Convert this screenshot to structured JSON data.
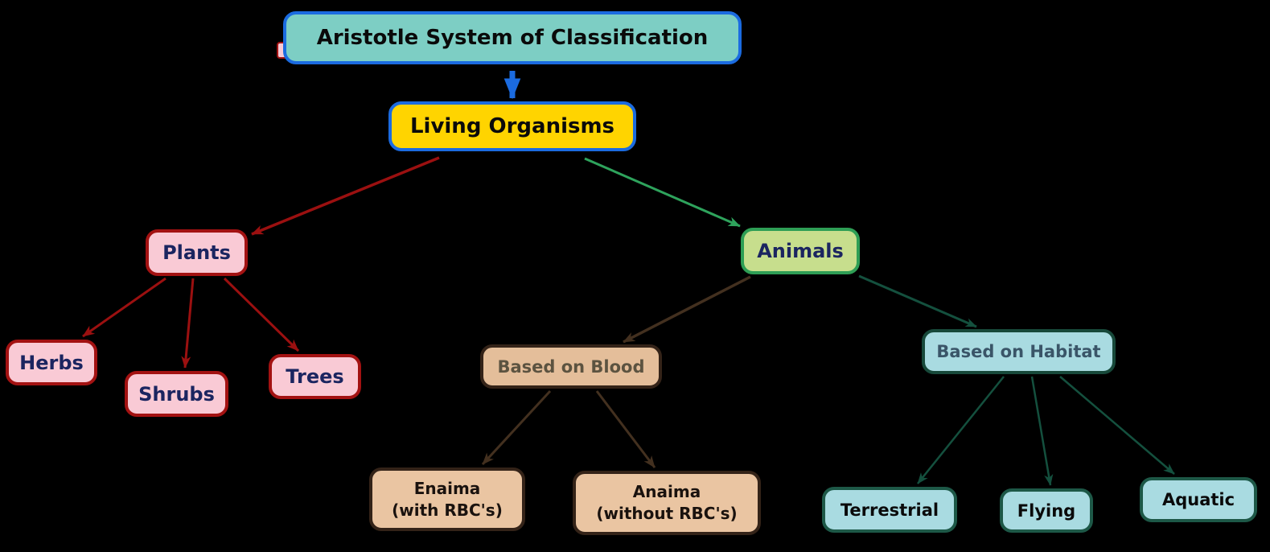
{
  "diagram": {
    "title": "Aristotle System of Classification",
    "background_color": "#000000",
    "nodes": {
      "title": {
        "label": "Aristotle System of Classification",
        "fill": "#7DCEC4",
        "border": "#1B6BE0",
        "text_color": "#0A0A0A"
      },
      "living": {
        "label": "Living Organisms",
        "fill": "#FFD400",
        "border": "#1B6BE0",
        "text_color": "#0A0A0A"
      },
      "plants": {
        "label": "Plants",
        "fill": "#F9CAD5",
        "border": "#A31212",
        "text_color": "#1B2560"
      },
      "herbs": {
        "label": "Herbs",
        "fill": "#F9CAD5",
        "border": "#A31212",
        "text_color": "#1B2560"
      },
      "shrubs": {
        "label": "Shrubs",
        "fill": "#F9CAD5",
        "border": "#A31212",
        "text_color": "#1B2560"
      },
      "trees": {
        "label": "Trees",
        "fill": "#F9CAD5",
        "border": "#A31212",
        "text_color": "#1B2560"
      },
      "animals": {
        "label": "Animals",
        "fill": "#C7DE8D",
        "border": "#2E9E55",
        "text_color": "#1B2560"
      },
      "blood": {
        "label": "Based on Blood",
        "fill": "#E4BE9A",
        "border": "#342318",
        "text_color": "#5C5340"
      },
      "enaima": {
        "line1": "Enaima",
        "line2": "(with RBC's)",
        "fill": "#EAC5A2",
        "border": "#342318",
        "text_color": "#1A120E"
      },
      "anaima": {
        "line1": "Anaima",
        "line2": "(without RBC's)",
        "fill": "#EAC5A2",
        "border": "#342318",
        "text_color": "#1A120E"
      },
      "habitat": {
        "label": "Based on Habitat",
        "fill": "#A9DBE1",
        "border": "#17493A",
        "text_color": "#3A5568"
      },
      "terrestrial": {
        "label": "Terrestrial",
        "fill": "#A9DBE1",
        "border": "#1D5847",
        "text_color": "#0A0A0A"
      },
      "flying": {
        "label": "Flying",
        "fill": "#A9DBE1",
        "border": "#1D5847",
        "text_color": "#0A0A0A"
      },
      "aquatic": {
        "label": "Aquatic",
        "fill": "#A9DBE1",
        "border": "#1D5847",
        "text_color": "#0A0A0A"
      }
    },
    "edges": [
      {
        "from": "title",
        "to": "living",
        "color": "#1B6BE0",
        "style": "thick-arrow"
      },
      {
        "from": "living",
        "to": "plants",
        "color": "#9B1010",
        "style": "arrow"
      },
      {
        "from": "living",
        "to": "animals",
        "color": "#2EA35C",
        "style": "arrow"
      },
      {
        "from": "plants",
        "to": "herbs",
        "color": "#9B1010",
        "style": "arrow"
      },
      {
        "from": "plants",
        "to": "shrubs",
        "color": "#9B1010",
        "style": "arrow"
      },
      {
        "from": "plants",
        "to": "trees",
        "color": "#9B1010",
        "style": "arrow"
      },
      {
        "from": "animals",
        "to": "blood",
        "color": "#43301F",
        "style": "arrow"
      },
      {
        "from": "animals",
        "to": "habitat",
        "color": "#14503E",
        "style": "arrow"
      },
      {
        "from": "blood",
        "to": "enaima",
        "color": "#43301F",
        "style": "arrow"
      },
      {
        "from": "blood",
        "to": "anaima",
        "color": "#43301F",
        "style": "arrow"
      },
      {
        "from": "habitat",
        "to": "terrestrial",
        "color": "#14503E",
        "style": "arrow"
      },
      {
        "from": "habitat",
        "to": "flying",
        "color": "#14503E",
        "style": "arrow"
      },
      {
        "from": "habitat",
        "to": "aquatic",
        "color": "#14503E",
        "style": "arrow"
      }
    ]
  }
}
